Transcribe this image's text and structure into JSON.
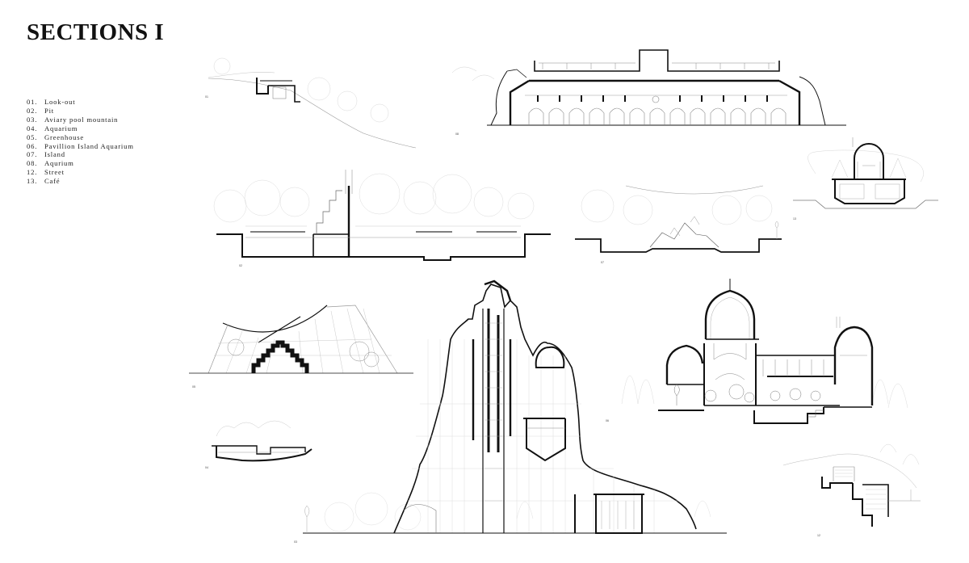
{
  "page": {
    "title": "SECTIONS I"
  },
  "legend": [
    {
      "num": "01.",
      "label": "Look-out"
    },
    {
      "num": "02.",
      "label": "Pit"
    },
    {
      "num": "03.",
      "label": "Aviary pool mountain"
    },
    {
      "num": "04.",
      "label": "Aquarium"
    },
    {
      "num": "05.",
      "label": "Greenhouse"
    },
    {
      "num": "06.",
      "label": "Pavillion Island Aquarium"
    },
    {
      "num": "07.",
      "label": "Island"
    },
    {
      "num": "08.",
      "label": "Aqurium"
    },
    {
      "num": "12.",
      "label": "Street"
    },
    {
      "num": "13.",
      "label": "Café"
    }
  ],
  "section_labels": {
    "lookout": "01",
    "pit": "02",
    "mountain": "03",
    "aquarium": "04",
    "greenhouse": "05",
    "pavilion": "06",
    "island": "07",
    "aqurium": "08",
    "street": "12",
    "cafe": "13"
  },
  "colors": {
    "ink": "#111111",
    "line": "#9a9a9a",
    "faint": "#c8c8c8"
  }
}
